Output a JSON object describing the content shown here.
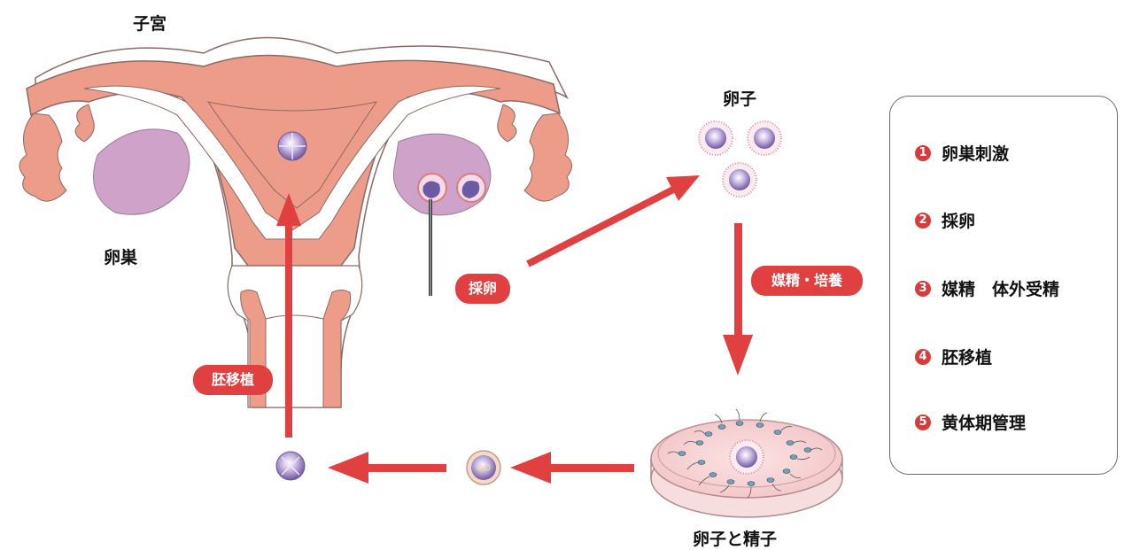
{
  "labels": {
    "uterus": "子宮",
    "ovary": "卵巣",
    "egg": "卵子",
    "egg_and_sperm": "卵子と精子"
  },
  "pills": {
    "egg_retrieval": "採卵",
    "insemination_culture": "媒精・培養",
    "embryo_transfer": "胚移植"
  },
  "steps": [
    {
      "num": "1",
      "label": "卵巣刺激"
    },
    {
      "num": "2",
      "label": "採卵"
    },
    {
      "num": "3",
      "label": "媒精　体外受精"
    },
    {
      "num": "4",
      "label": "胚移植"
    },
    {
      "num": "5",
      "label": "黄体期管理"
    }
  ],
  "colors": {
    "arrow_red": "#e0403f",
    "uterus_pink": "#ee9c8a",
    "ovary_purple": "#cfa3c9",
    "cell_purple": "#9b87c2"
  }
}
